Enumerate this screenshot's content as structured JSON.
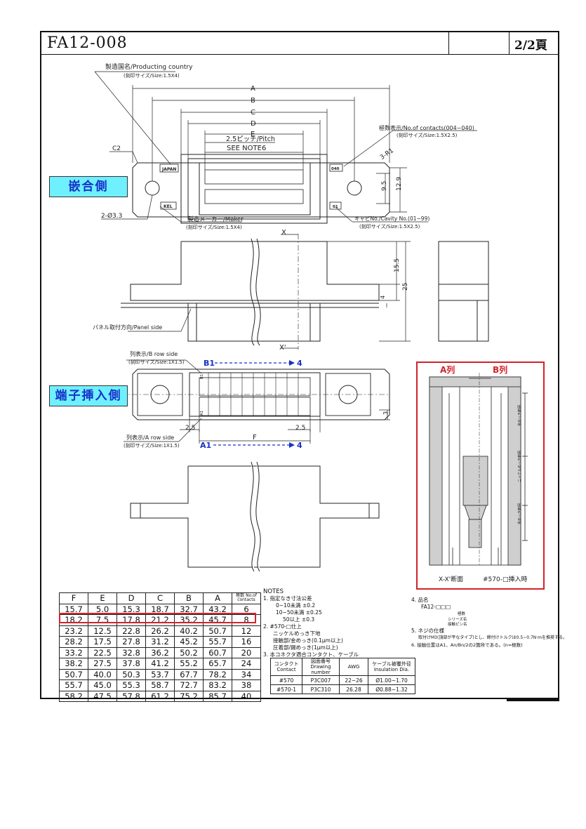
{
  "header": {
    "doc_number": "FA12-008",
    "page": "2/2頁"
  },
  "labels": {
    "mating_side": "嵌合側",
    "terminal_side": "端子挿入側"
  },
  "top_view": {
    "dims": [
      "A",
      "B",
      "C",
      "D",
      "E"
    ],
    "pitch": "2.5ピッチ/Pitch",
    "see_note": "SEE NOTE6",
    "country_label": "製造国名/Producting country",
    "country_size": "(刻印サイズ/Size:1.5X4)",
    "japan": "JAPAN",
    "kel": "KEL",
    "maker_label": "製造メーカー/Maker",
    "maker_size": "(刻印サイズ/Size:1.5X4)",
    "contacts_label": "極数表示/No.of contacts(004~040)",
    "contacts_size": "(刻印サイズ/Size:1.5X2.5)",
    "cavity_label": "キャビNo./Cavity No.(01~99)",
    "cavity_size": "(刻印サイズ/Size:1.5X2.5)",
    "mark_040": "040",
    "mark_01": "01",
    "c2": "C2",
    "r1": "3-R1",
    "hole": "2-Ø3.3",
    "dim_95": "9.5",
    "dim_129": "12.9"
  },
  "side_view": {
    "x_mark": "X",
    "x_mark_b": "X'",
    "dim_155": "15.5",
    "dim_25": "25",
    "dim_4": "4",
    "panel": "パネル取付方向/Panel side"
  },
  "rear_view": {
    "b_row": "列表示/B row side",
    "b_size": "(刻印サイズ/Size:1X1.5)",
    "a_row": "列表示/A row side",
    "a_size": "(刻印サイズ/Size:1X1.5)",
    "b1": "B1",
    "b_end": "4",
    "a1": "A1",
    "a_end": "4",
    "dim_25a": "2.5",
    "dim_25b": "2.5",
    "dim_f": "F",
    "dim_3": "3",
    "mark_b1": "B1",
    "mark_a1": "A1"
  },
  "section": {
    "a_col": "A列",
    "b_col": "B列",
    "caption_left": "X-X'断面",
    "caption_right": "#570-□挿入時",
    "zone1": "金めっき範囲",
    "zone2": "ニッケルめっき範囲",
    "zone3": "金めっき範囲"
  },
  "dim_table": {
    "headers": [
      "F",
      "E",
      "D",
      "C",
      "B",
      "A",
      "極数 No.of contacts"
    ],
    "rows": [
      [
        "15.7",
        "5.0",
        "15.3",
        "18.7",
        "32.7",
        "43.2",
        "6"
      ],
      [
        "18.2",
        "7.5",
        "17.8",
        "21.2",
        "35.2",
        "45.7",
        "8"
      ],
      [
        "23.2",
        "12.5",
        "22.8",
        "26.2",
        "40.2",
        "50.7",
        "12"
      ],
      [
        "28.2",
        "17.5",
        "27.8",
        "31.2",
        "45.2",
        "55.7",
        "16"
      ],
      [
        "33.2",
        "22.5",
        "32.8",
        "36.2",
        "50.2",
        "60.7",
        "20"
      ],
      [
        "38.2",
        "27.5",
        "37.8",
        "41.2",
        "55.2",
        "65.7",
        "24"
      ],
      [
        "50.7",
        "40.0",
        "50.3",
        "53.7",
        "67.7",
        "78.2",
        "34"
      ],
      [
        "55.7",
        "45.0",
        "55.3",
        "58.7",
        "72.7",
        "83.2",
        "38"
      ],
      [
        "58.2",
        "47.5",
        "57.8",
        "61.2",
        "75.2",
        "85.7",
        "40"
      ]
    ]
  },
  "notes": {
    "title": "NOTES",
    "n1": "1. 指定なき寸法公差",
    "n1a": "0~10未満 ±0.2",
    "n1b": "10~50未満 ±0.25",
    "n1c": "50以上 ±0.3",
    "n2": "2. #570-□仕上",
    "n2a": "ニッケルめっき下地",
    "n2b": "接触部/金めっき(0.1μm以上)",
    "n2c": "圧着部/錫めっき(1μm以上)",
    "n3": "3. 本コネクタ適合コンタクト、ケーブル",
    "n4": "4. 品名",
    "n4code": "FA12-□□□",
    "n4a": "極数",
    "n4b": "シリーズ名",
    "n4c": "接触ピン名",
    "n5": "5. ネジの仕様",
    "n5a": "取付けM3(頂部が平なタイプ)とし、締付けトルクは0.5~0.7N·mを推奨する。",
    "n6": "6. 接触位置はA1、An/Bn/2の2箇所である。(n=極数)"
  },
  "cable_table": {
    "headers": [
      "コンタクト Contact",
      "図面番号 Drawing number",
      "AWG",
      "ケーブル被覆外径 Insulation Dia."
    ],
    "rows": [
      [
        "#570",
        "P3C007",
        "22~26",
        "Ø1.00~1.70"
      ],
      [
        "#570-1",
        "P3C310",
        "26.28",
        "Ø0.88~1.32"
      ]
    ]
  }
}
